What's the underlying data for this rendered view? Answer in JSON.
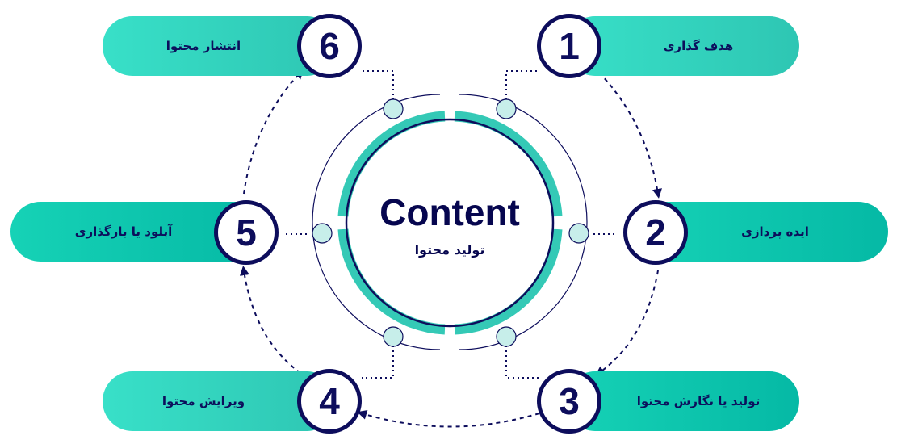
{
  "center": {
    "title": "Content",
    "subtitle": "تولید محتوا"
  },
  "steps": [
    {
      "number": "1",
      "label": "هدف گذاری"
    },
    {
      "number": "2",
      "label": "ایده پردازی"
    },
    {
      "number": "3",
      "label": "تولید یا نگارش محتوا"
    },
    {
      "number": "4",
      "label": "ویرایش محتوا"
    },
    {
      "number": "5",
      "label": "آپلود یا بارگذاری"
    },
    {
      "number": "6",
      "label": "انتشار محتوا"
    }
  ],
  "colors": {
    "navy": "#0d0d5c",
    "teal": "#34c9b6",
    "node_fill": "#c7eeea"
  }
}
